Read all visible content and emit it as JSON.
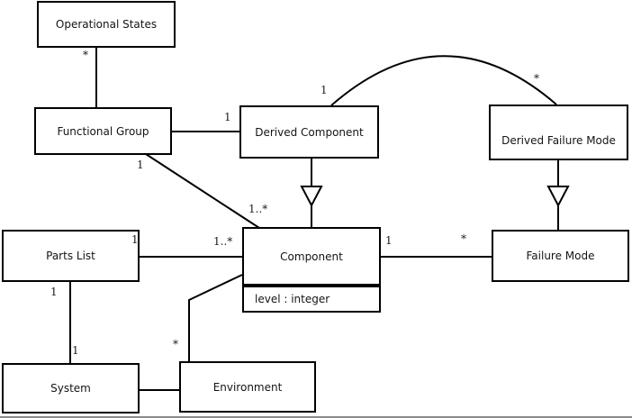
{
  "diagram_type": "uml-class-diagram",
  "colors": {
    "background": "#ffffff",
    "line": "#000000",
    "box_fill": "#ffffff",
    "text": "#141414",
    "canvas_bottom_edge": "#8a8a8a"
  },
  "classes": {
    "operational_states": {
      "name": "Operational States"
    },
    "functional_group": {
      "name": "Functional Group"
    },
    "derived_component": {
      "name": "Derived Component"
    },
    "derived_failure_mode": {
      "name": "Derived Failure Mode"
    },
    "component": {
      "name": "Component",
      "attributes": [
        "level : integer"
      ]
    },
    "failure_mode": {
      "name": "Failure Mode"
    },
    "parts_list": {
      "name": "Parts List"
    },
    "system": {
      "name": "System"
    },
    "environment": {
      "name": "Environment"
    }
  },
  "multiplicities": {
    "operational_states_end": "*",
    "functional_group_to_derived_component": "1",
    "functional_group_diagonal_source": "1",
    "functional_group_to_component": "1..*",
    "parts_list_source": "1",
    "parts_list_to_component": "1..*",
    "component_to_failure_mode_source": "1",
    "component_to_failure_mode_target": "*",
    "arc_derived_component_end": "1",
    "arc_derived_failure_mode_end": "*",
    "component_to_environment": "*",
    "parts_list_to_system_source": "1",
    "parts_list_to_system_target": "1"
  }
}
